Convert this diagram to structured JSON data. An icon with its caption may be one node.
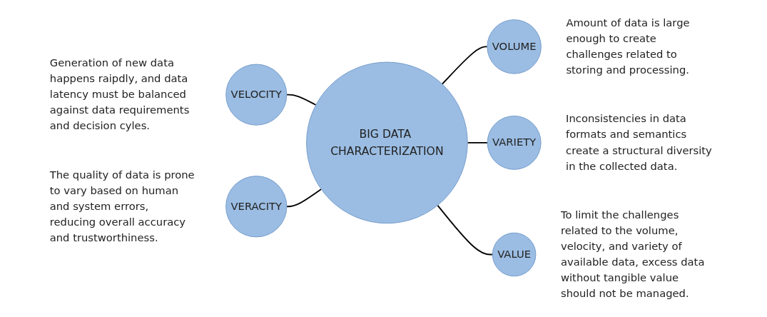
{
  "diagram": {
    "nodes": [
      {
        "text": [
          "BIG DATA CHARACTERIZATION"
        ]
      },
      {
        "text": [
          "VELOCITY"
        ],
        "beside": [
          "Generation of new data happens raipdly, and data latency must be balanced against data requirements and decision cyles."
        ]
      },
      {
        "text": [
          "VOLUME"
        ],
        "beside": [
          "Amount of data is large enough to create challenges related to storing and processing."
        ]
      },
      {
        "text": [
          "VERACITY"
        ],
        "beside": [
          "The quality of data is prone to vary based on human and system errors, reducing overall accuracy and trustworthiness."
        ]
      },
      {
        "text": [
          "VARIETY"
        ],
        "beside": [
          "Inconsistencies in data formats and semantics create a structural diversity in the collected data."
        ]
      },
      {
        "text": [
          "VALUE"
        ],
        "beside": [
          "To limit the challenges related to the volume, velocity, and variety of available data, excess data without tangible value should not be managed."
        ]
      }
    ],
    "edges": [
      {
        "from": 1,
        "to": 0,
        "arrow": "none"
      },
      {
        "from": 0,
        "to": 2,
        "arrow": "none"
      },
      {
        "from": 3,
        "to": 0,
        "arrow": "none"
      },
      {
        "from": 0,
        "to": 4,
        "arrow": "none"
      },
      {
        "from": 0,
        "to": 5,
        "arrow": "none"
      }
    ]
  }
}
